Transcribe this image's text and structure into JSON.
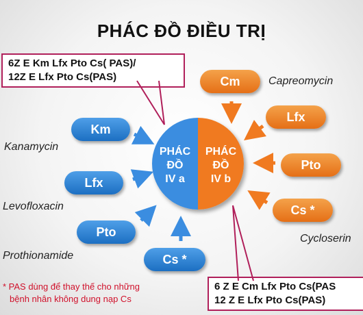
{
  "title": "PHÁC ĐỒ ĐIỀU TRỊ",
  "top_box": {
    "line1": "6Z E Km Lfx Pto Cs( PAS)/",
    "line2": "12Z E Lfx Pto Cs(PAS)"
  },
  "bottom_box": {
    "line1": "6 Z E Cm Lfx Pto Cs(PAS",
    "line2": "12 Z E Lfx Pto Cs(PAS)"
  },
  "center": {
    "left": {
      "line1": "PHÁC",
      "line2": "ĐỒ",
      "line3": "IV a"
    },
    "right": {
      "line1": "PHÁC",
      "line2": "ĐỒ",
      "line3": "IV b"
    }
  },
  "left_drugs": [
    {
      "abbr": "Km",
      "name": "Kanamycin"
    },
    {
      "abbr": "Lfx",
      "name": "Levofloxacin"
    },
    {
      "abbr": "Pto",
      "name": "Prothionamide"
    },
    {
      "abbr": "Cs *",
      "name": ""
    }
  ],
  "right_drugs": [
    {
      "abbr": "Cm",
      "name": "Capreomycin"
    },
    {
      "abbr": "Lfx",
      "name": ""
    },
    {
      "abbr": "Pto",
      "name": ""
    },
    {
      "abbr": "Cs *",
      "name": "Cycloserin"
    }
  ],
  "note": {
    "line1": "* PAS dùng để thay thế cho những",
    "line2": "bệnh nhân không dung nạp Cs"
  },
  "colors": {
    "blue": "#2b7fd6",
    "orange": "#ee7a1e",
    "box_border": "#b01f5a",
    "note": "#d0112b",
    "arrow_blue": "#3b8de0",
    "arrow_orange": "#f07a20"
  }
}
